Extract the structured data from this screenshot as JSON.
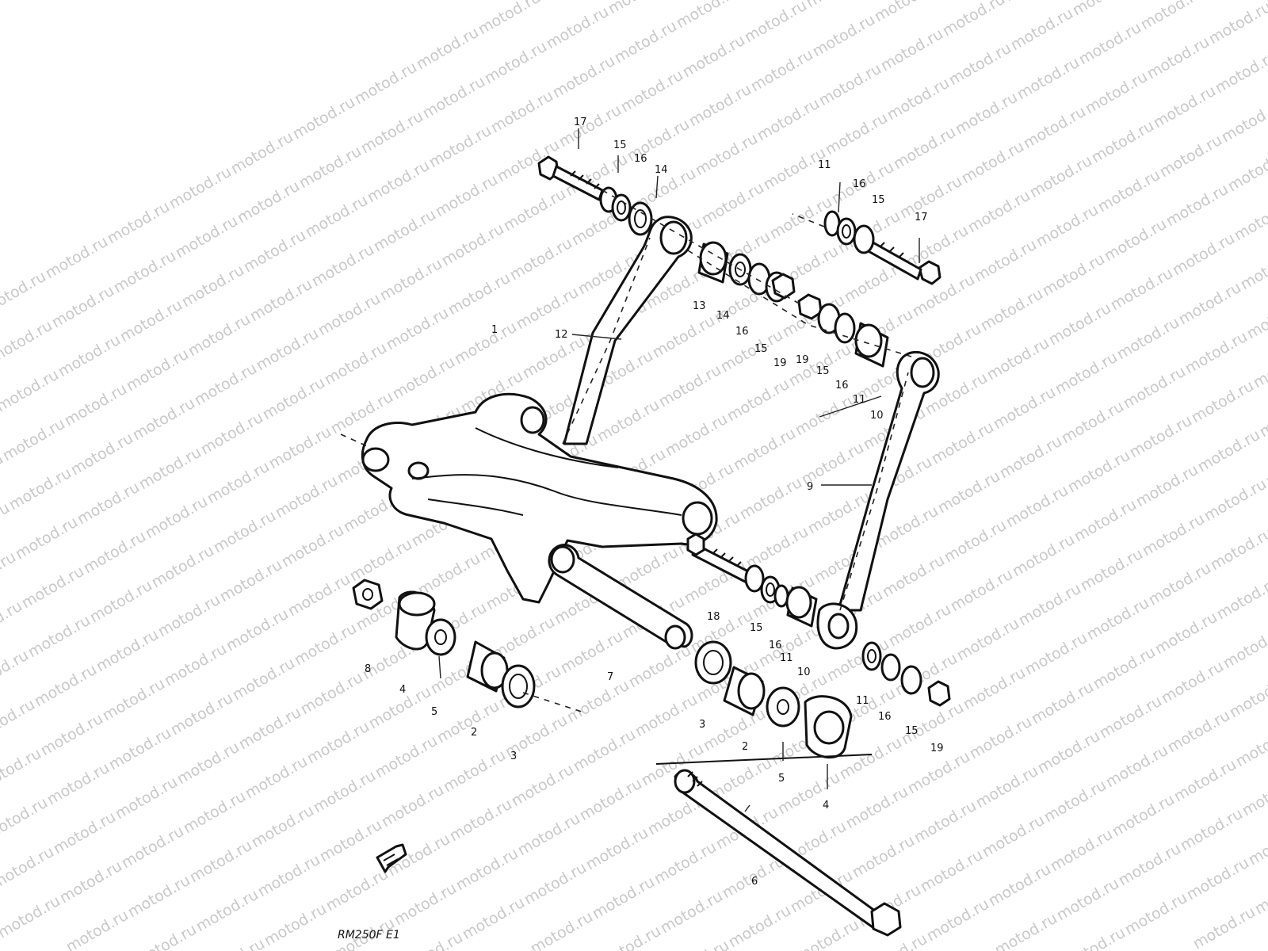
{
  "watermark": "motod.ru",
  "model_code": "RM250F E1",
  "callouts": {
    "c17a": "17",
    "c15a": "15",
    "c16a": "16",
    "c14a": "14",
    "c11a": "11",
    "c16b": "16",
    "c15b": "15",
    "c17b": "17",
    "c1": "1",
    "c12": "12",
    "c13": "13",
    "c14b": "14",
    "c16c": "16",
    "c15c": "15",
    "c19a": "19",
    "c19b": "19",
    "c15d": "15",
    "c16d": "16",
    "c11b": "11",
    "c10a": "10",
    "c9": "9",
    "c18": "18",
    "c15e": "15",
    "c16e": "16",
    "c11c": "11",
    "c10b": "10",
    "c11d": "11",
    "c16f": "16",
    "c15f": "15",
    "c19c": "19",
    "c8": "8",
    "c4a": "4",
    "c5a": "5",
    "c2a": "2",
    "c3a": "3",
    "c7": "7",
    "c3b": "3",
    "c2b": "2",
    "c5b": "5",
    "c4b": "4",
    "c6": "6"
  }
}
